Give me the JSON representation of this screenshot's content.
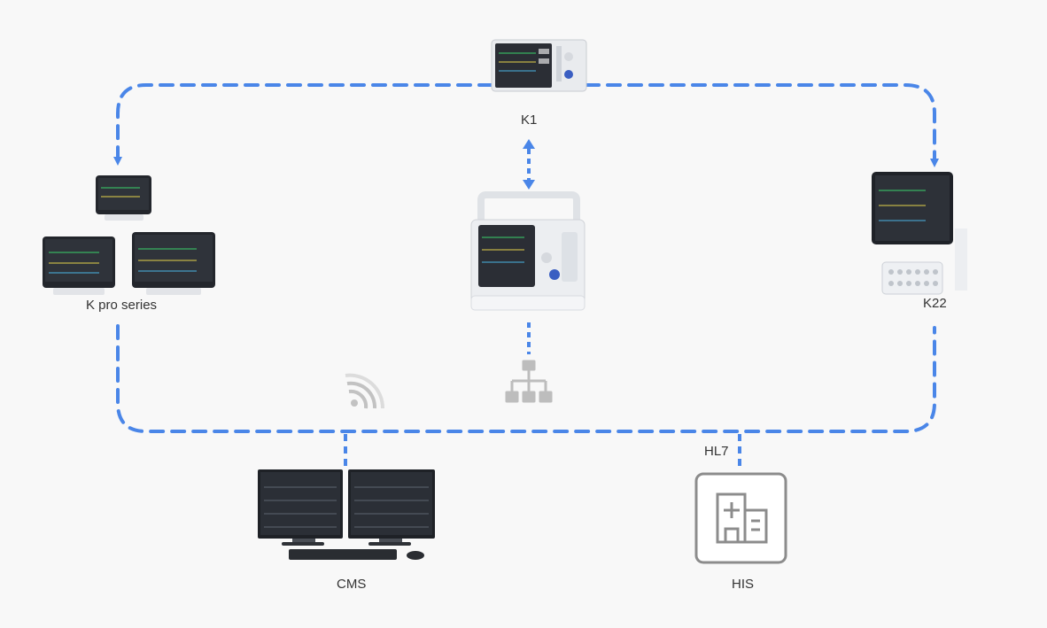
{
  "labels": {
    "k1": "K1",
    "k_pro": "K pro series",
    "k22": "K22",
    "cms": "CMS",
    "his": "HIS",
    "hl7": "HL7"
  },
  "colors": {
    "link": "#4a86e8",
    "link_faded": "#a7c3ee",
    "icon_gray": "#b8b8b8",
    "his_border": "#8a8a8a",
    "screen": "#2c2f36",
    "device_body": "#eceef1"
  },
  "icons": [
    "wifi-icon",
    "network-topology-icon",
    "hospital-icon"
  ]
}
